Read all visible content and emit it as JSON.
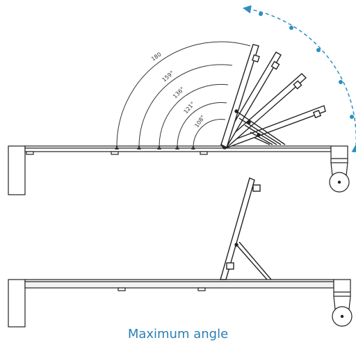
{
  "angles": [
    {
      "label": "180"
    },
    {
      "label": "159°"
    },
    {
      "label": "136°"
    },
    {
      "label": "121°"
    },
    {
      "label": "108°"
    }
  ],
  "caption": "Maximum angle",
  "colors": {
    "line": "#222222",
    "fill_seat": "#f2f2f2",
    "accent": "#2b8fc0",
    "caption": "#2b7fb3"
  }
}
